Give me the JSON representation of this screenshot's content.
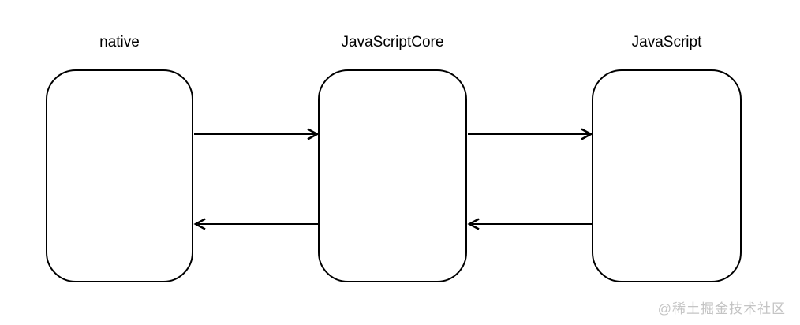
{
  "diagram": {
    "title": "native / JavaScriptCore / JavaScript bridge diagram",
    "nodes": [
      {
        "id": "native",
        "label": "native"
      },
      {
        "id": "javascriptcore",
        "label": "JavaScriptCore"
      },
      {
        "id": "javascript",
        "label": "JavaScript"
      }
    ],
    "arrows": [
      {
        "from": "native",
        "to": "javascriptcore",
        "direction": "right",
        "position": "top"
      },
      {
        "from": "javascriptcore",
        "to": "native",
        "direction": "left",
        "position": "bottom"
      },
      {
        "from": "javascriptcore",
        "to": "javascript",
        "direction": "right",
        "position": "top"
      },
      {
        "from": "javascript",
        "to": "javascriptcore",
        "direction": "left",
        "position": "bottom"
      }
    ],
    "colors": {
      "stroke": "#000000",
      "background": "#ffffff",
      "watermark": "#c4c4c4"
    }
  },
  "watermark": {
    "text": "@稀土掘金技术社区"
  }
}
